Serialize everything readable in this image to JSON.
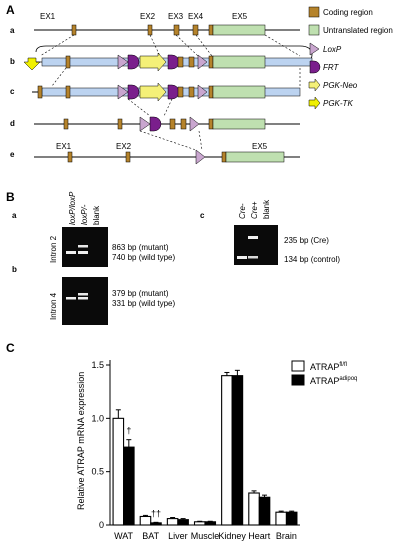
{
  "panels": {
    "A": "A",
    "B": "B",
    "C": "C"
  },
  "panel_a": {
    "exons": [
      "EX1",
      "EX2",
      "EX3",
      "EX4",
      "EX5"
    ],
    "rows": [
      "a",
      "b",
      "c",
      "d",
      "e"
    ],
    "row_e_exons": [
      "EX1",
      "EX2",
      "EX5"
    ],
    "legend": [
      {
        "label": "Coding region",
        "color": "#b5832b"
      },
      {
        "label": "Untranslated region",
        "color": "#bfe0b0"
      },
      {
        "label": "LoxP",
        "color": "#c9a6cf"
      },
      {
        "label": "FRT",
        "color": "#7a1f8c"
      },
      {
        "label": "PGK-Neo",
        "color": "#f4f078"
      },
      {
        "label": "PGK-TK",
        "color": "#f0f000"
      }
    ]
  },
  "panel_b": {
    "sub_a": "a",
    "sub_b": "b",
    "sub_c": "c",
    "lanes_left": [
      "loxP/loxP",
      "loxP/-",
      "blank"
    ],
    "lanes_right": [
      "Cre-",
      "Cre+",
      "blank"
    ],
    "intron2": "Intron 2",
    "intron4": "Intron 4",
    "bands_intron2": [
      "863 bp (mutant)",
      "740 bp (wild type)"
    ],
    "bands_intron4": [
      "379 bp (mutant)",
      "331 bp (wild type)"
    ],
    "bands_cre": [
      "235 bp (Cre)",
      "134 bp (control)"
    ]
  },
  "chart_data": {
    "type": "bar",
    "ylabel": "Relative ATRAP mRNA expression",
    "ylim": [
      0,
      1.5
    ],
    "yticks": [
      "0",
      "0.5",
      "1.0",
      "1.5"
    ],
    "categories": [
      "WAT",
      "BAT",
      "Liver",
      "Muscle",
      "Kidney",
      "Heart",
      "Brain"
    ],
    "series": [
      {
        "name": "ATRAP",
        "superscript": "fl/fl",
        "color": "#ffffff",
        "values": [
          1.0,
          0.08,
          0.06,
          0.03,
          1.4,
          0.3,
          0.12
        ],
        "errors": [
          0.08,
          0.01,
          0.01,
          0.005,
          0.03,
          0.02,
          0.01
        ]
      },
      {
        "name": "ATRAP",
        "superscript": "adipoq",
        "color": "#000000",
        "values": [
          0.73,
          0.02,
          0.05,
          0.03,
          1.4,
          0.26,
          0.12
        ],
        "errors": [
          0.07,
          0.005,
          0.01,
          0.005,
          0.05,
          0.02,
          0.01
        ]
      }
    ],
    "annotations": [
      {
        "category": "WAT",
        "text": "†"
      },
      {
        "category": "BAT",
        "text": "††"
      }
    ]
  }
}
